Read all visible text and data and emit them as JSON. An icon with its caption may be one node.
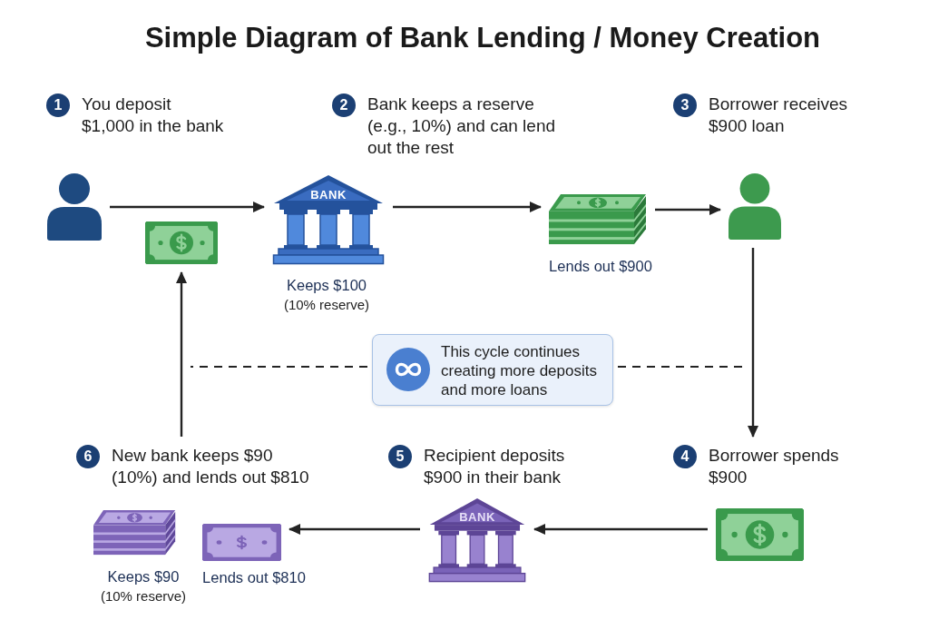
{
  "diagram": {
    "title": "Simple Diagram of Bank Lending / Money Creation",
    "nodes": [
      {
        "text": [
          "1"
        ],
        "beside": [
          "You deposit $1,000 in the bank"
        ]
      },
      {
        "text": [],
        "shape": "person"
      },
      {
        "text": [],
        "shape": "picture"
      },
      {
        "text": [
          "2"
        ],
        "beside": [
          "Bank keeps a reserve (e.g., 10%) and can lend out the rest"
        ]
      },
      {
        "text": [
          "BANK"
        ],
        "beside": [
          "Keeps $100",
          "(10% reserve)"
        ]
      },
      {
        "text": [],
        "shape": "picture",
        "beside": [
          "Lends out $900"
        ]
      },
      {
        "text": [
          "3"
        ],
        "beside": [
          "Borrower receives $900 loan"
        ]
      },
      {
        "text": [],
        "shape": "person"
      },
      {
        "text": [
          "This cycle continues creating more deposits and more loans"
        ]
      },
      {
        "text": [
          "6"
        ],
        "beside": [
          "New bank keeps $90 (10%) and lends out $810"
        ]
      },
      {
        "text": [],
        "shape": "picture",
        "beside": [
          "Keeps $90",
          "(10% reserve)"
        ]
      },
      {
        "text": [],
        "shape": "picture",
        "beside": [
          "Lends out $810"
        ]
      },
      {
        "text": [
          "5"
        ],
        "beside": [
          "Recipient deposits $900 in their bank"
        ]
      },
      {
        "text": [
          "BANK"
        ]
      },
      {
        "text": [
          "4"
        ],
        "beside": [
          "Borrower spends $900"
        ]
      },
      {
        "text": [],
        "shape": "picture"
      }
    ],
    "edges": [
      {
        "from": 1,
        "to": 4,
        "arrow": "to"
      },
      {
        "from": 4,
        "to": 5,
        "arrow": "to"
      },
      {
        "from": 5,
        "to": 7,
        "arrow": "to"
      },
      {
        "from": 7,
        "to": 14,
        "arrow": "to"
      },
      {
        "from": 15,
        "to": 13,
        "arrow": "to"
      },
      {
        "from": 13,
        "to": 11,
        "arrow": "to"
      },
      {
        "from": 9,
        "to": 2,
        "arrow": "to"
      },
      {
        "from": 8,
        "to": null,
        "arrow": "none",
        "style": "dashed"
      },
      {
        "from": 8,
        "to": null,
        "arrow": "none",
        "style": "dashed"
      }
    ]
  }
}
